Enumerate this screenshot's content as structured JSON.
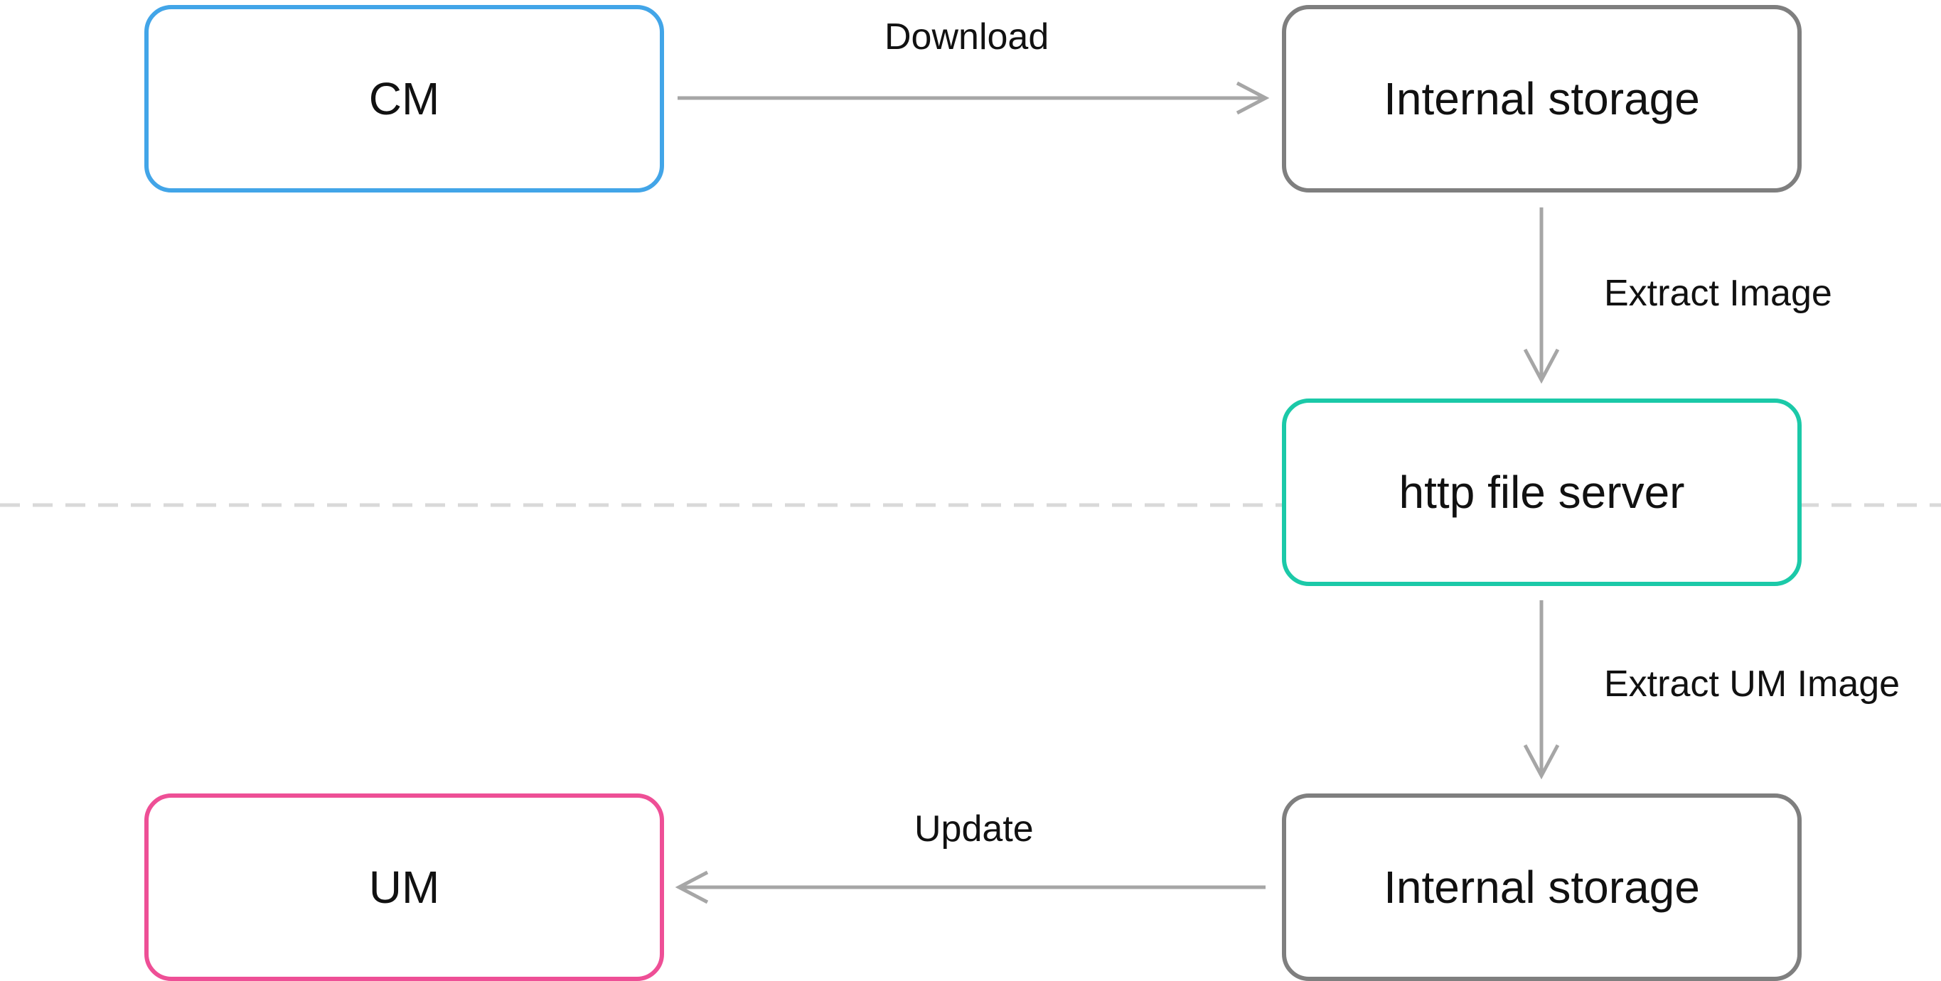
{
  "colors": {
    "cm_border": "#42A5E8",
    "storage_border": "#7F7F7F",
    "http_border": "#1BC9A8",
    "um_border": "#EE4F96",
    "arrow": "#A6A6A6",
    "divider": "#D9D9D9"
  },
  "nodes": {
    "cm": "CM",
    "storage_top": "Internal storage",
    "http_server": "http file server",
    "storage_bottom": "Internal storage",
    "um": "UM"
  },
  "edges": {
    "download": "Download",
    "extract_image": "Extract Image",
    "extract_um_image": "Extract UM Image",
    "update": "Update"
  }
}
